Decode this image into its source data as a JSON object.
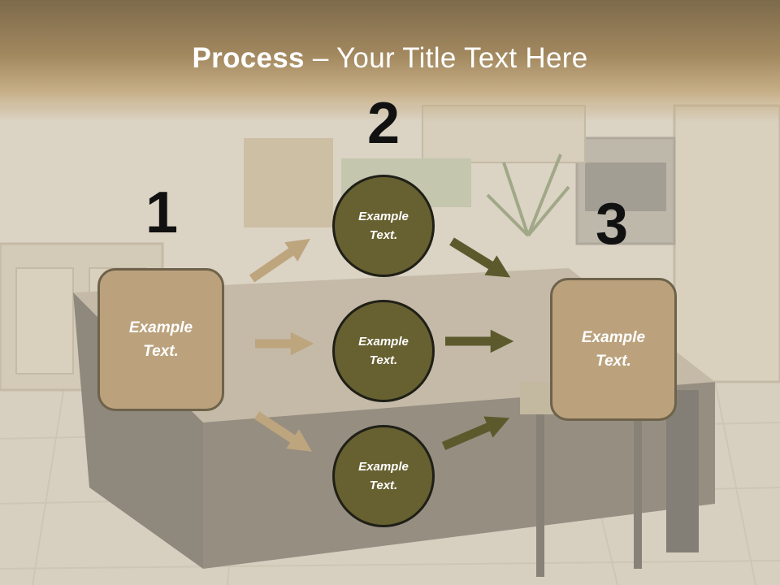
{
  "slide": {
    "title_bold": "Process",
    "title_rest": " – Your Title Text Here"
  },
  "steps": {
    "step1": {
      "number": "1",
      "text_line1": "Example",
      "text_line2": "Text."
    },
    "step2": {
      "number": "2"
    },
    "step3": {
      "number": "3",
      "text_line1": "Example",
      "text_line2": "Text."
    }
  },
  "circles": [
    {
      "text_line1": "Example",
      "text_line2": "Text."
    },
    {
      "text_line1": "Example",
      "text_line2": "Text."
    },
    {
      "text_line1": "Example",
      "text_line2": "Text."
    }
  ],
  "colors": {
    "box_fill": "#bba27d",
    "circle_fill": "#676030",
    "arrow_tan": "#bda57e",
    "arrow_olive": "#5c5a2d",
    "title_band": "#a2885f"
  }
}
